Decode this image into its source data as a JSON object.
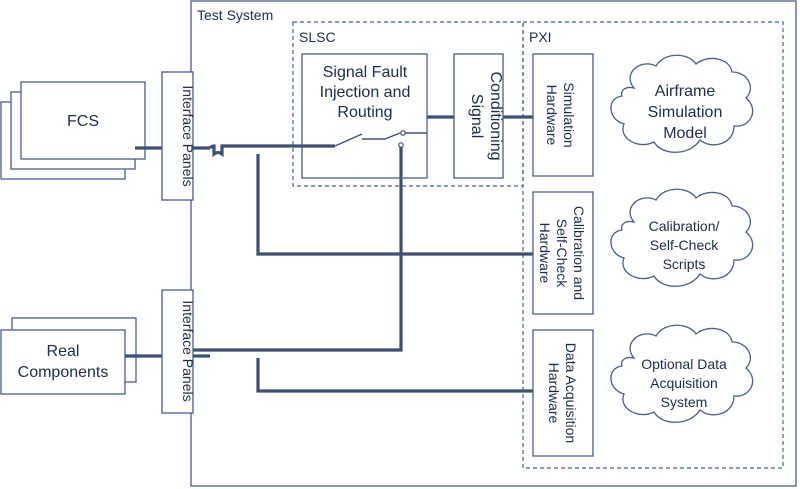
{
  "test_system": {
    "title": "Test System"
  },
  "slsc": {
    "title": "SLSC",
    "fault_box": {
      "lines": [
        "Signal Fault",
        "Injection and",
        "Routing"
      ]
    },
    "conditioning_box": {
      "lines": [
        "Signal",
        "Conditioning"
      ]
    }
  },
  "pxi": {
    "title": "PXI",
    "simulation_hw": {
      "lines": [
        "Simulation",
        "Hardware"
      ]
    },
    "calibration_hw": {
      "lines": [
        "Calibration and",
        "Self-Check",
        "Hardware"
      ]
    },
    "daq_hw": {
      "lines": [
        "Data Acquisition",
        "Hardware"
      ]
    }
  },
  "clouds": {
    "airframe": {
      "lines": [
        "Airframe",
        "Simulation",
        "Model"
      ]
    },
    "calibration": {
      "lines": [
        "Calibration/",
        "Self-Check",
        "Scripts"
      ]
    },
    "optional_daq": {
      "lines": [
        "Optional Data",
        "Acquisition",
        "System"
      ]
    }
  },
  "external": {
    "fcs": "FCS",
    "real_components": {
      "lines": [
        "Real",
        "Components"
      ]
    }
  },
  "interface_panels": {
    "top": "Interface Panels",
    "bottom": "Interface Panels"
  }
}
